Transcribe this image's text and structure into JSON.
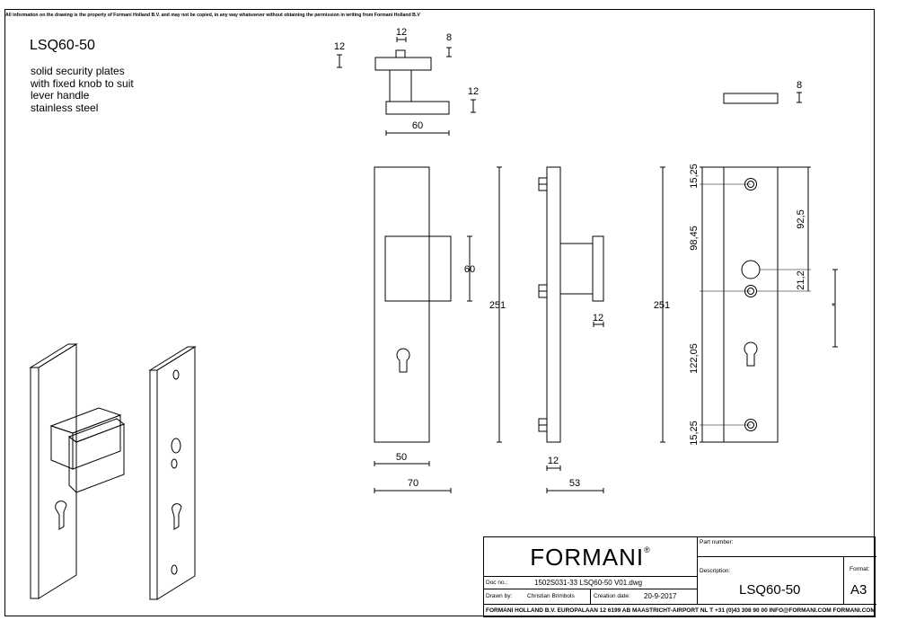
{
  "notice": "All information on the drawing is the property of Formani Holland B.V. and may not be copied, in any way whatsoever without obtaining the permission in writing from Formani Holland B.V",
  "product": {
    "code": "LSQ60-50",
    "description_lines": [
      "solid security plates",
      "with fixed knob to suit",
      "lever handle",
      "stainless steel"
    ]
  },
  "dimensions": {
    "knob_stem_width": "12",
    "knob_top_thickness": "12",
    "knob_cap": "8",
    "knob_base_thickness": "12",
    "knob_width": "60",
    "bar_thickness": "8",
    "knob_square": "60",
    "plate_height_front": "251",
    "plate_width_inner": "50",
    "plate_width_outer": "70",
    "side_stem": "12",
    "side_plate": "12",
    "side_depth": "53",
    "plate_height_back": "251",
    "hole_top": "15,25",
    "hole_to_knob": "98,45",
    "hole_to_cyl": "122,05",
    "hole_bottom": "15,25",
    "top_to_knob": "92,5",
    "knob_to_hole": "21,2",
    "star": "*"
  },
  "title_block": {
    "logo": "FORMANI",
    "registered": "®",
    "doc_no_label": "Doc no.:",
    "doc_no": "1502S031-33 LSQ60-50 V01.dwg",
    "drawn_by_label": "Drawn by:",
    "drawn_by": "Christian Brimbols",
    "creation_label": "Creation date:",
    "creation_date": "20-9-2017",
    "part_number_label": "Part number:",
    "description_label": "Description:",
    "description": "LSQ60-50",
    "format_label": "Format:",
    "format": "A3",
    "footer": "FORMANI HOLLAND B.V.  EUROPALAAN 12  6199 AB MAASTRICHT-AIRPORT NL  T +31 (0)43 308 90 00 INFO@FORMANI.COM FORMANI.COM"
  }
}
